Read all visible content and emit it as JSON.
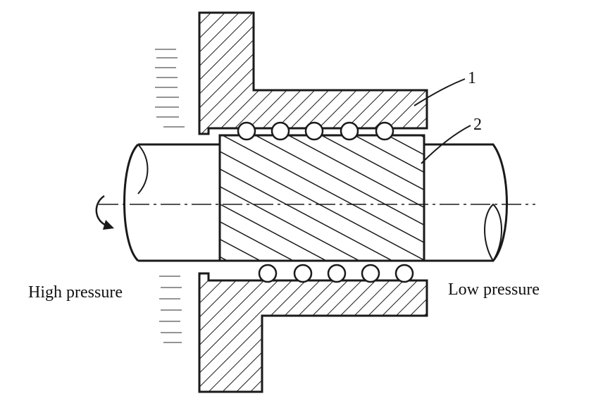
{
  "labels": {
    "high_pressure": "High pressure",
    "low_pressure": "Low pressure",
    "part_1": "1",
    "part_2": "2"
  },
  "colors": {
    "ink": "#1a1a1a",
    "background": "#ffffff"
  }
}
